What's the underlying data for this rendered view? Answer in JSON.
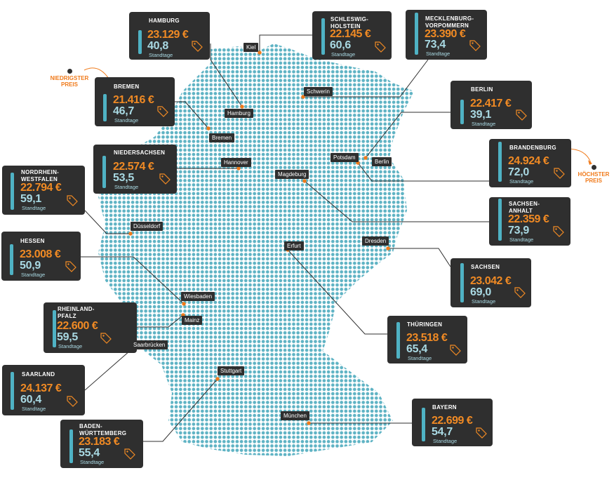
{
  "colors": {
    "card_bg": "#2f2f2f",
    "price": "#f08a24",
    "days": "#a9d9e3",
    "dot": "#5fb3c4",
    "marker": "#f07a1a"
  },
  "icons": {
    "card_icon": "price-tag-icon"
  },
  "unit_label": "Standtage",
  "states": [
    {
      "id": "hamburg",
      "name": "HAMBURG",
      "price": "23.129 €",
      "days": "40,8",
      "bar_fraction": 0.55
    },
    {
      "id": "schleswig-holstein",
      "name": "SCHLESWIG-HOLSTEIN",
      "price": "22.145 €",
      "days": "60,6",
      "bar_fraction": 0.82
    },
    {
      "id": "mecklenburg-vorpommern",
      "name": "MECKLENBURG-VORPOMMERN",
      "price": "23.390 €",
      "days": "73,4",
      "bar_fraction": 0.99
    },
    {
      "id": "bremen",
      "name": "BREMEN",
      "price": "21.416 €",
      "days": "46,7",
      "bar_fraction": 0.63
    },
    {
      "id": "berlin",
      "name": "BERLIN",
      "price": "22.417 €",
      "days": "39,1",
      "bar_fraction": 0.53
    },
    {
      "id": "niedersachsen",
      "name": "NIEDERSACHSEN",
      "price": "22.574 €",
      "days": "53,5",
      "bar_fraction": 0.72
    },
    {
      "id": "brandenburg",
      "name": "BRANDENBURG",
      "price": "24.924 €",
      "days": "72,0",
      "bar_fraction": 0.97
    },
    {
      "id": "nordrhein-westfalen",
      "name": "NORDRHEIN-WESTFALEN",
      "price": "22.794 €",
      "days": "59,1",
      "bar_fraction": 0.8
    },
    {
      "id": "sachsen-anhalt",
      "name": "SACHSEN-ANHALT",
      "price": "22.359 €",
      "days": "73,9",
      "bar_fraction": 1.0
    },
    {
      "id": "hessen",
      "name": "HESSEN",
      "price": "23.008 €",
      "days": "50,9",
      "bar_fraction": 0.69
    },
    {
      "id": "sachsen",
      "name": "SACHSEN",
      "price": "23.042 €",
      "days": "69,0",
      "bar_fraction": 0.93
    },
    {
      "id": "rheinland-pfalz",
      "name": "RHEINLAND-PFALZ",
      "price": "22.600 €",
      "days": "59,5",
      "bar_fraction": 0.8
    },
    {
      "id": "thueringen",
      "name": "THÜRINGEN",
      "price": "23.518 €",
      "days": "65,4",
      "bar_fraction": 0.88
    },
    {
      "id": "saarland",
      "name": "SAARLAND",
      "price": "24.137 €",
      "days": "60,4",
      "bar_fraction": 0.82
    },
    {
      "id": "baden-wuerttemberg",
      "name": "BADEN-WÜRTTEMBERG",
      "price": "23.183 €",
      "days": "55,4",
      "bar_fraction": 0.75
    },
    {
      "id": "bayern",
      "name": "BAYERN",
      "price": "22.699 €",
      "days": "54,7",
      "bar_fraction": 0.74
    }
  ],
  "cities": [
    {
      "id": "kiel",
      "name": "Kiel"
    },
    {
      "id": "schwerin",
      "name": "Schwerin"
    },
    {
      "id": "hamburg",
      "name": "Hamburg"
    },
    {
      "id": "bremen",
      "name": "Bremen"
    },
    {
      "id": "hannover",
      "name": "Hannover"
    },
    {
      "id": "potsdam",
      "name": "Potsdam"
    },
    {
      "id": "berlin",
      "name": "Berlin"
    },
    {
      "id": "magdeburg",
      "name": "Magdeburg"
    },
    {
      "id": "duesseldorf",
      "name": "Düsseldorf"
    },
    {
      "id": "dresden",
      "name": "Dresden"
    },
    {
      "id": "erfurt",
      "name": "Erfurt"
    },
    {
      "id": "wiesbaden",
      "name": "Wiesbaden"
    },
    {
      "id": "mainz",
      "name": "Mainz"
    },
    {
      "id": "saarbruecken",
      "name": "Saarbrücken"
    },
    {
      "id": "stuttgart",
      "name": "Stuttgart"
    },
    {
      "id": "muenchen",
      "name": "München"
    }
  ],
  "callouts": {
    "lowest": {
      "line1": "NIEDRIGSTER",
      "line2": "PREIS"
    },
    "highest": {
      "line1": "HÖCHSTER",
      "line2": "PREIS"
    }
  }
}
